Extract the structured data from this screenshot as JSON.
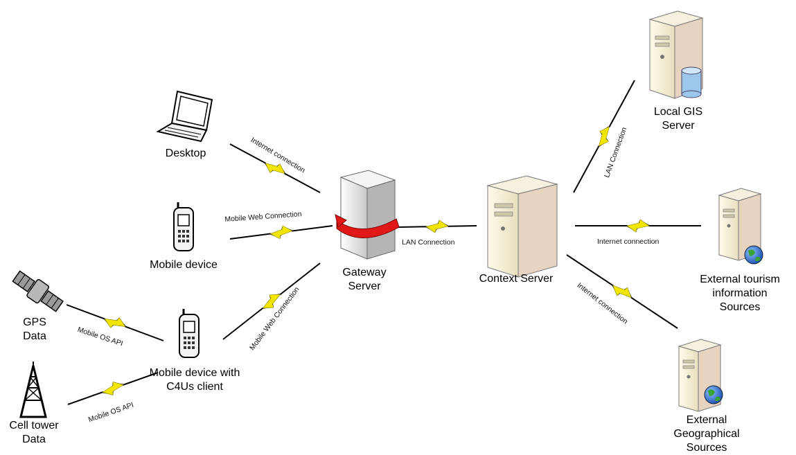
{
  "nodes": {
    "desktop": {
      "label": "Desktop"
    },
    "mobile_device": {
      "label": "Mobile device"
    },
    "mobile_client": {
      "label": "Mobile device with\nC4Us client"
    },
    "gps": {
      "label": "GPS\nData"
    },
    "cell_tower": {
      "label": "Cell tower\nData"
    },
    "gateway": {
      "label": "Gateway\nServer"
    },
    "context": {
      "label": "Context Server"
    },
    "local_gis": {
      "label": "Local GIS\nServer"
    },
    "ext_tourism": {
      "label": "External tourism\ninformation\nSources"
    },
    "ext_geo": {
      "label": "External\nGeographical\nSources"
    }
  },
  "links": {
    "desktop_gateway": "Internet connection",
    "mobile_gateway": "Mobile Web Connection",
    "client_gateway": "Mobile Web Connection",
    "gps_client": "Mobile OS API",
    "cell_client": "Mobile OS API",
    "gateway_context": "LAN Connection",
    "context_gis": "LAN Connection",
    "context_tourism": "Internet connection",
    "context_geo": "Internet connection"
  },
  "colors": {
    "line": "#000000",
    "bolt": "#f2e600",
    "server_body": "#f1ecd9",
    "server_side": "#c9c1a4",
    "gateway_body": "#e8e8e8",
    "gateway_arrow": "#e01818",
    "globe": "#2a6fd6",
    "globe_land": "#3aa335",
    "database": "#9cc6ea"
  }
}
